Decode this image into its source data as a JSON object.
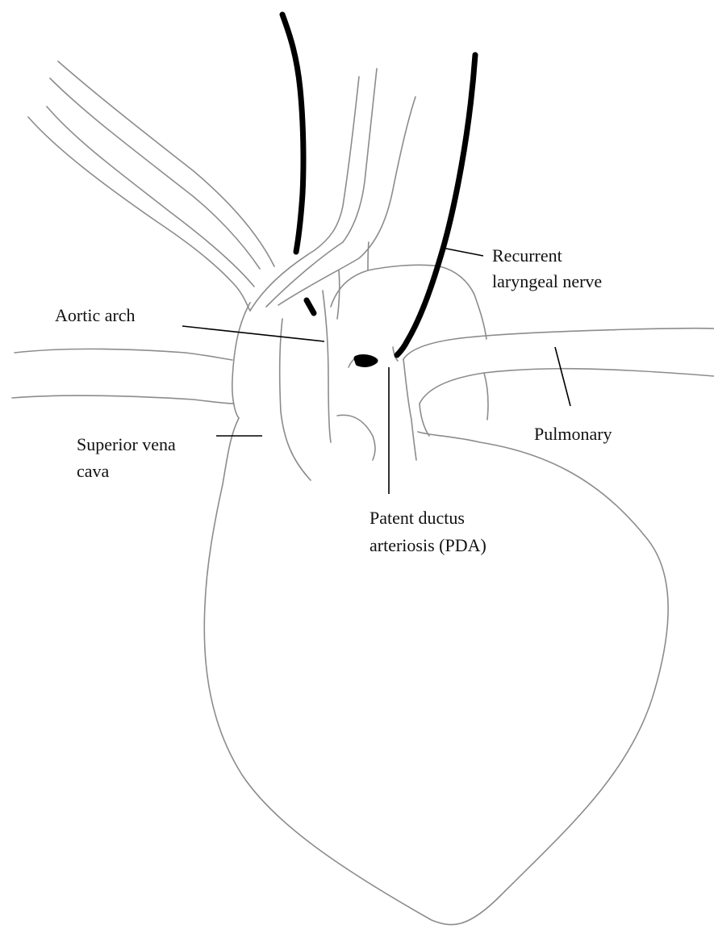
{
  "labels": {
    "recurrent_nerve": [
      "Recurrent",
      "laryngeal nerve"
    ],
    "aortic_arch": [
      "Aortic arch"
    ],
    "pulmonary": [
      "Pulmonary"
    ],
    "superior_vena_cava": [
      "Superior vena",
      "cava"
    ],
    "pda": [
      "Patent ductus",
      "arteriosis (PDA)"
    ]
  },
  "colors": {
    "outline": "#8c8c8c",
    "nerve": "#000000",
    "text": "#111111",
    "background": "#ffffff"
  }
}
